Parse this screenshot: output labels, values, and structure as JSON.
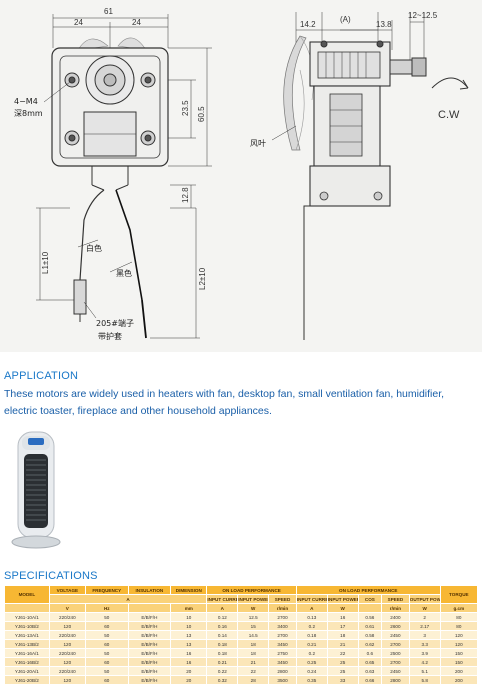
{
  "drawing": {
    "dims": {
      "width_61": "61",
      "left_24": "24",
      "right_24": "24",
      "d_14_2": "14.2",
      "d_a": "(A)",
      "d_13_8": "13.8",
      "d_12_125": "12~12.5",
      "d_23_5": "23.5",
      "d_60_5": "60.5",
      "d_12_8": "12.8",
      "l1": "L1±10",
      "l2": "L2±10"
    },
    "labels": {
      "screws": "4−M4",
      "depth": "深8mm",
      "blade": "风叶",
      "white": "白色",
      "black": "黑色",
      "terminal": "205#端子",
      "sleeve": "带护套",
      "rotation": "C.W"
    }
  },
  "application": {
    "title": "APPLICATION",
    "text": "These motors are widely used in heaters with fan, desktop fan, small ventilation fan, humidifier, electric toaster, fireplace and other household appliances."
  },
  "specifications": {
    "title": "SPECIFICATIONS",
    "header1": [
      "MODEL",
      "VOLTAGE",
      "FREQUENCY",
      "INSULATION",
      "DIMENSION",
      "ON LOAD PERFORMANCE",
      "ON LOAD PERFORMANCE",
      "TORQUE"
    ],
    "header2": [
      "",
      "",
      "A",
      "",
      "",
      "INPUT CURRENT",
      "INPUT POWER",
      "SPEED",
      "INPUT CURRENT",
      "INPUT POWER",
      "COS",
      "SPEED",
      "OUTPUT POWER",
      ""
    ],
    "units": [
      "",
      "V",
      "Hz",
      "",
      "mm",
      "A",
      "W",
      "r/min",
      "A",
      "W",
      "",
      "r/min",
      "W",
      "g.cm"
    ],
    "rows": [
      [
        "YJ61-10A/1",
        "220/240",
        "50",
        "E/B/F/H",
        "10",
        "0.12",
        "12.5",
        "2700",
        "0.13",
        "16",
        "0.56",
        "2400",
        "2",
        "80"
      ],
      [
        "YJ61-10B/2",
        "120",
        "60",
        "E/B/F/H",
        "10",
        "0.16",
        "15",
        "3400",
        "0.2",
        "17",
        "0.61",
        "2600",
        "2.17",
        "80"
      ],
      [
        "YJ61-13A/1",
        "220/240",
        "50",
        "E/B/F/H",
        "13",
        "0.14",
        "14.5",
        "2700",
        "0.18",
        "18",
        "0.58",
        "2450",
        "3",
        "120"
      ],
      [
        "YJ61-13B/2",
        "120",
        "60",
        "E/B/F/H",
        "13",
        "0.18",
        "18",
        "3450",
        "0.21",
        "21",
        "0.62",
        "2700",
        "3.3",
        "120"
      ],
      [
        "YJ61-16A/1",
        "220/240",
        "50",
        "E/B/F/H",
        "16",
        "0.18",
        "18",
        "2750",
        "0.2",
        "22",
        "0.6",
        "2500",
        "3.9",
        "150"
      ],
      [
        "YJ61-16B/2",
        "120",
        "60",
        "E/B/F/H",
        "16",
        "0.21",
        "21",
        "3450",
        "0.25",
        "25",
        "0.65",
        "2700",
        "4.2",
        "150"
      ],
      [
        "YJ61-20A/1",
        "220/240",
        "50",
        "E/B/F/H",
        "20",
        "0.22",
        "22",
        "2800",
        "0.24",
        "25",
        "0.63",
        "2450",
        "5.1",
        "200"
      ],
      [
        "YJ61-20B/2",
        "120",
        "60",
        "E/B/F/H",
        "20",
        "0.32",
        "28",
        "3500",
        "0.35",
        "33",
        "0.66",
        "2800",
        "5.8",
        "200"
      ]
    ]
  }
}
